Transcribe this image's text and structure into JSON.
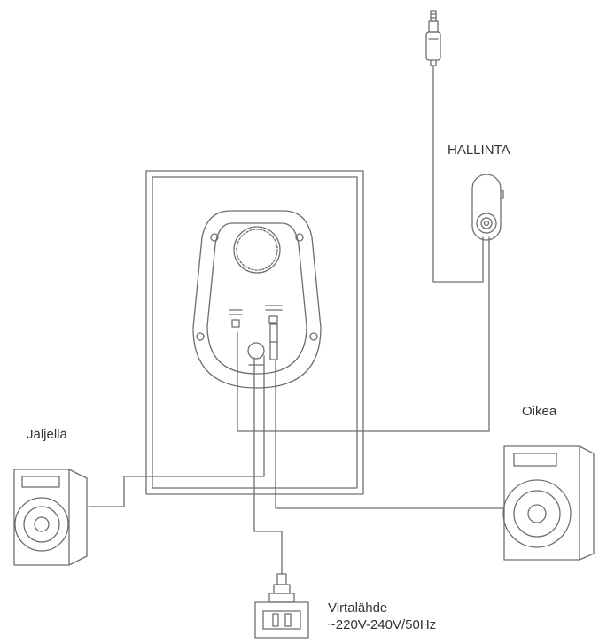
{
  "labels": {
    "control": "HALLINTA",
    "left_speaker": "Jäljellä",
    "right_speaker": "Oikea",
    "power_title": "Virtalähde",
    "power_spec": "~220V-240V/50Hz"
  },
  "colors": {
    "line": "#6e6e6e",
    "text": "#333333",
    "background": "#ffffff"
  },
  "icons": [
    "audio-jack-plug-icon",
    "volume-control-pod-icon",
    "subwoofer-rear-panel-icon",
    "satellite-speaker-icon",
    "power-plug-icon"
  ]
}
